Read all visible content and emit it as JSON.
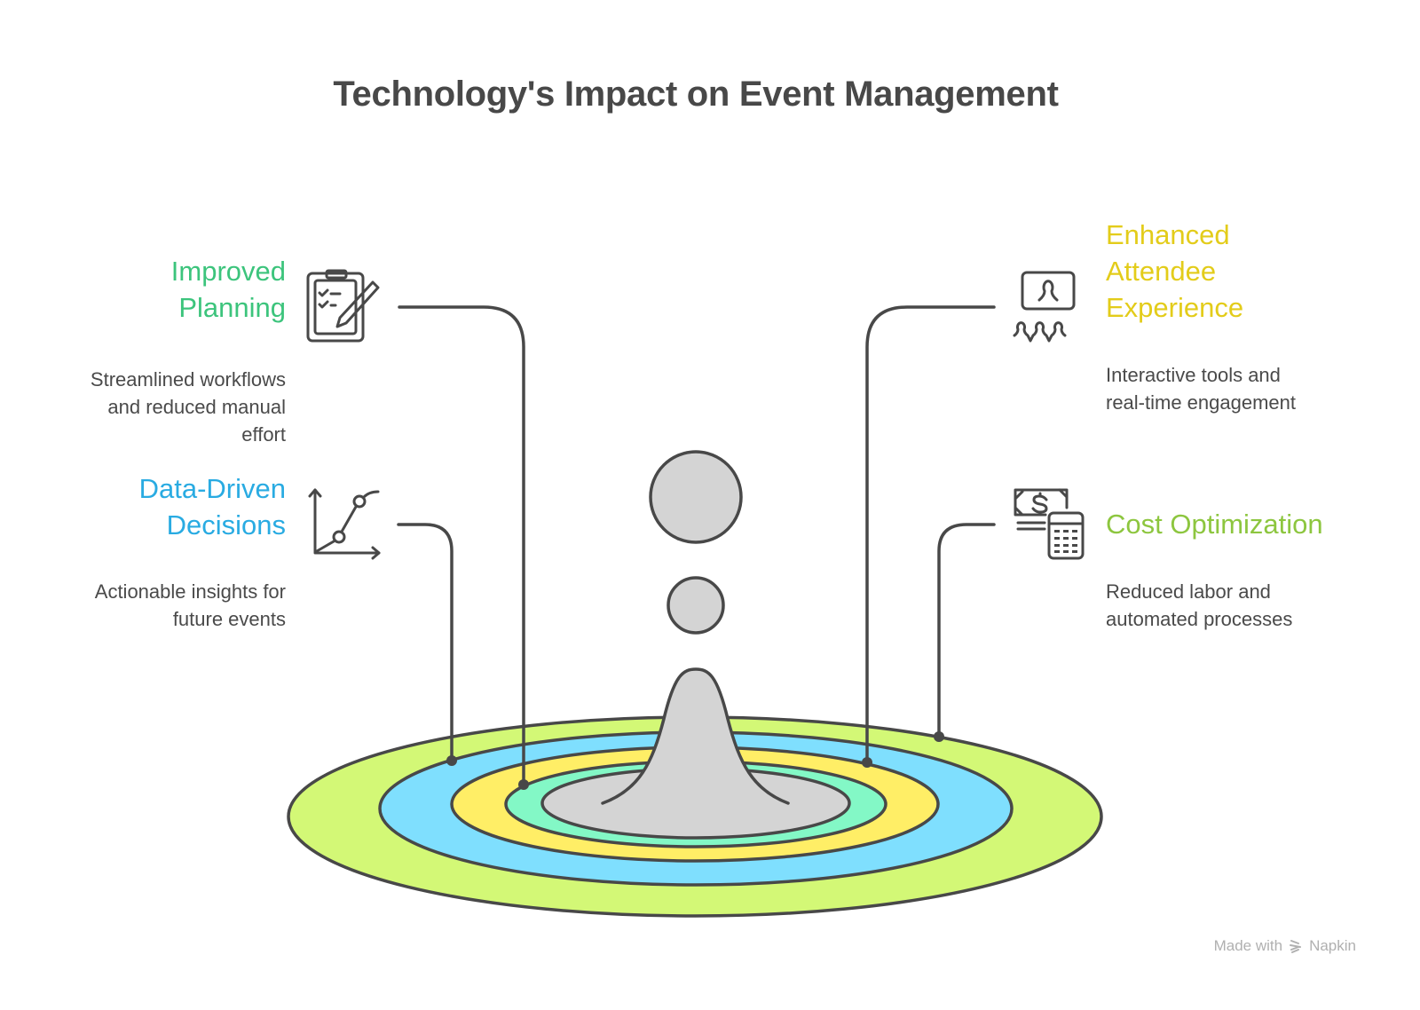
{
  "title": "Technology's Impact on Event Management",
  "colors": {
    "stroke": "#484848",
    "ring_outer": "#d3f876",
    "ring_blue": "#7fdffe",
    "ring_yellow": "#ffee66",
    "ring_green": "#83f8c6",
    "ring_center": "#d4d4d4",
    "improved_planning": "#3cc47c",
    "data_driven": "#29abe2",
    "attendee": "#e3cc1a",
    "cost": "#8dc63f"
  },
  "items": [
    {
      "id": "improved-planning",
      "heading_lines": [
        "Improved",
        "Planning"
      ],
      "description_lines": [
        "Streamlined workflows",
        "and reduced manual",
        "effort"
      ],
      "icon": "clipboard-pencil-icon",
      "side": "left",
      "ring": "yellow-green"
    },
    {
      "id": "data-driven-decisions",
      "heading_lines": [
        "Data-Driven",
        "Decisions"
      ],
      "description_lines": [
        "Actionable insights for",
        "future events"
      ],
      "icon": "line-chart-icon",
      "side": "left",
      "ring": "blue"
    },
    {
      "id": "enhanced-attendee-experience",
      "heading_lines": [
        "Enhanced",
        "Attendee",
        "Experience"
      ],
      "description_lines": [
        "Interactive tools and",
        "real-time engagement"
      ],
      "icon": "audience-presenter-icon",
      "side": "right",
      "ring": "yellow"
    },
    {
      "id": "cost-optimization",
      "heading_lines": [
        "Cost Optimization"
      ],
      "description_lines": [
        "Reduced labor and",
        "automated processes"
      ],
      "icon": "money-calculator-icon",
      "side": "right",
      "ring": "outer"
    }
  ],
  "footer": {
    "made_with": "Made with",
    "brand": "Napkin",
    "icon": "napkin-logo-icon"
  }
}
